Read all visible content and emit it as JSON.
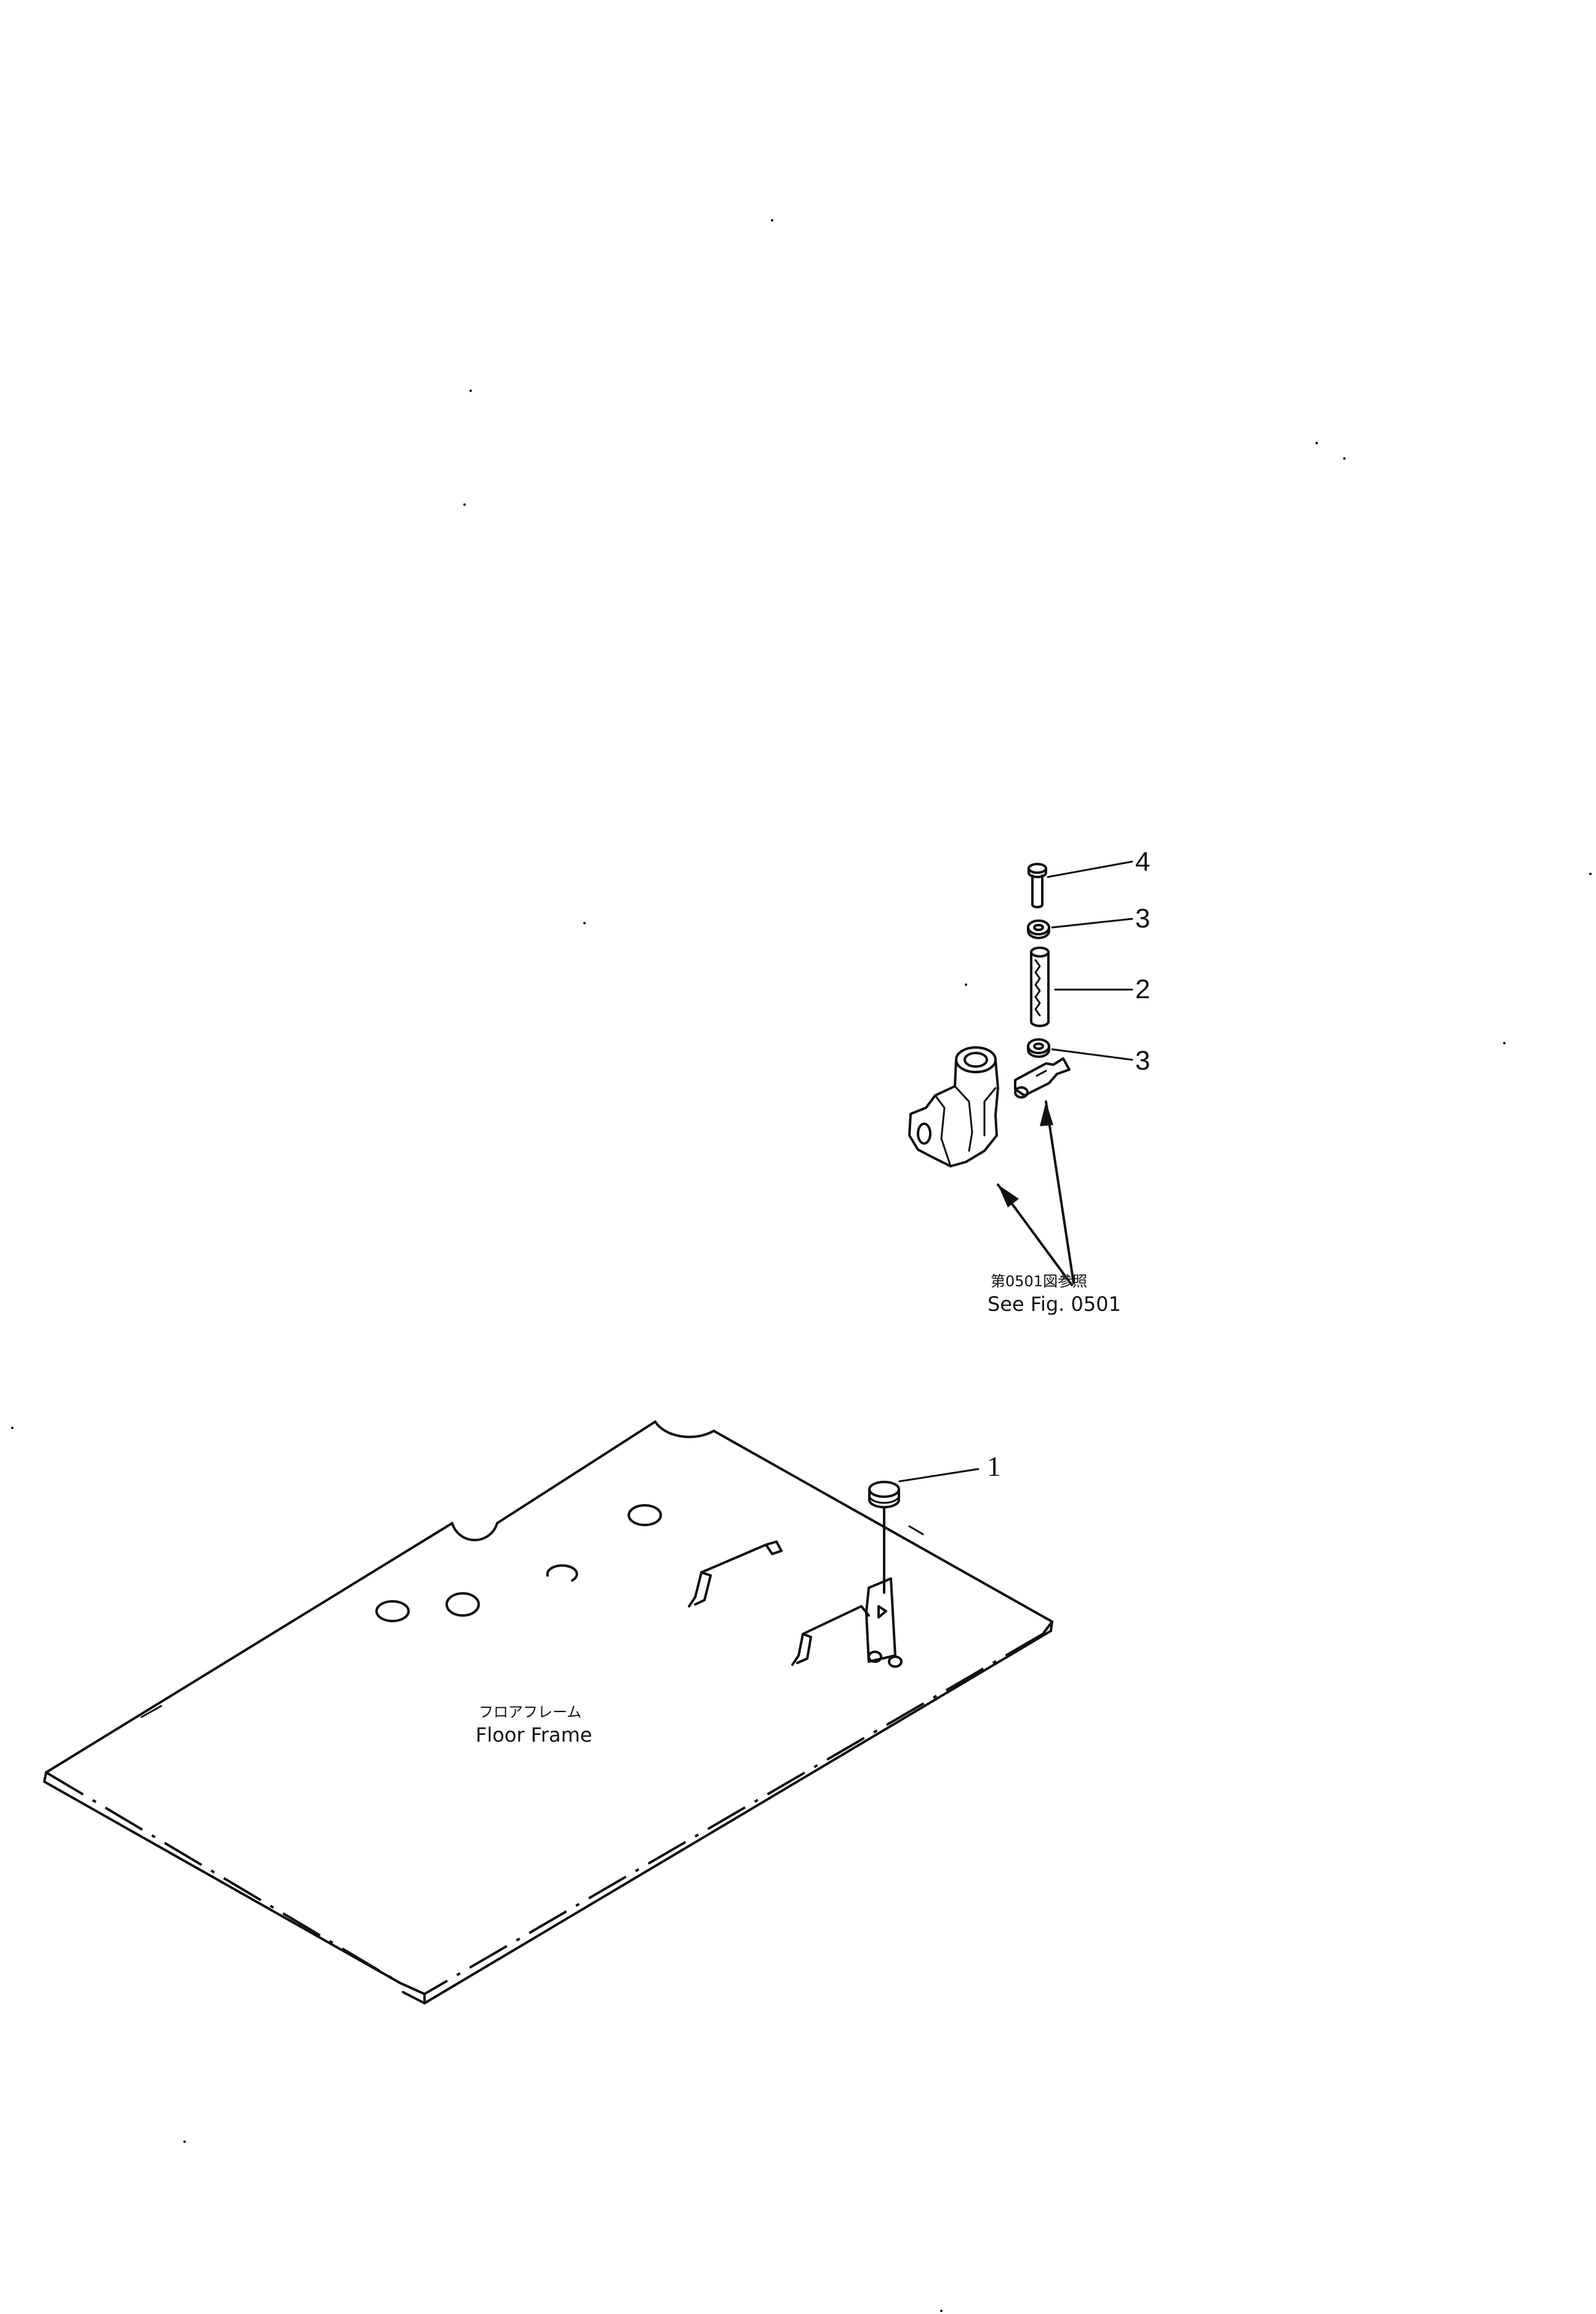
{
  "parts": {
    "callout_1": "1",
    "callout_2": "2",
    "callout_3_upper": "3",
    "callout_3_lower": "3",
    "callout_4": "4"
  },
  "reference": {
    "jp": "第0501図参照",
    "en": "See Fig. 0501"
  },
  "floor_frame": {
    "jp": "フロアフレーム",
    "en": "Floor Frame"
  }
}
